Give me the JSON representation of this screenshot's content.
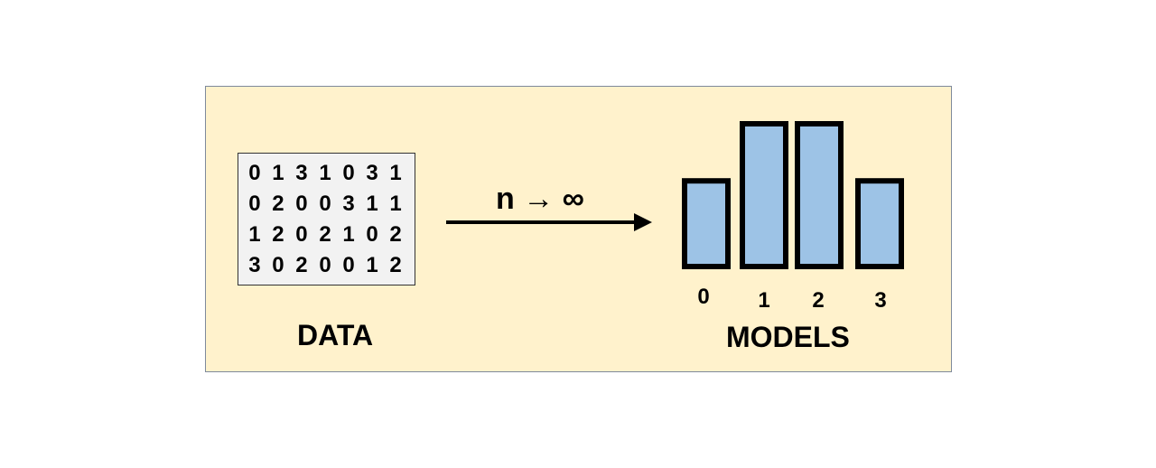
{
  "data_matrix": {
    "rows": [
      "0 1 3 1 0 3 1",
      "0 2 0 0 3 1 1",
      "1 2 0 2 1 0 2",
      "3 0 2 0 0 1 2"
    ],
    "caption": "DATA"
  },
  "arrow": {
    "label": "n → ∞"
  },
  "chart_data": {
    "type": "bar",
    "categories": [
      "0",
      "1",
      "2",
      "3"
    ],
    "values": [
      0.6,
      1.0,
      1.0,
      0.6
    ],
    "title": "",
    "xlabel": "MODELS",
    "ylabel": "",
    "bar_fill": "#9dc3e6",
    "bar_stroke": "#000000"
  },
  "colors": {
    "panel_bg": "#fff2cc",
    "data_box_bg": "#f2f2f2"
  }
}
